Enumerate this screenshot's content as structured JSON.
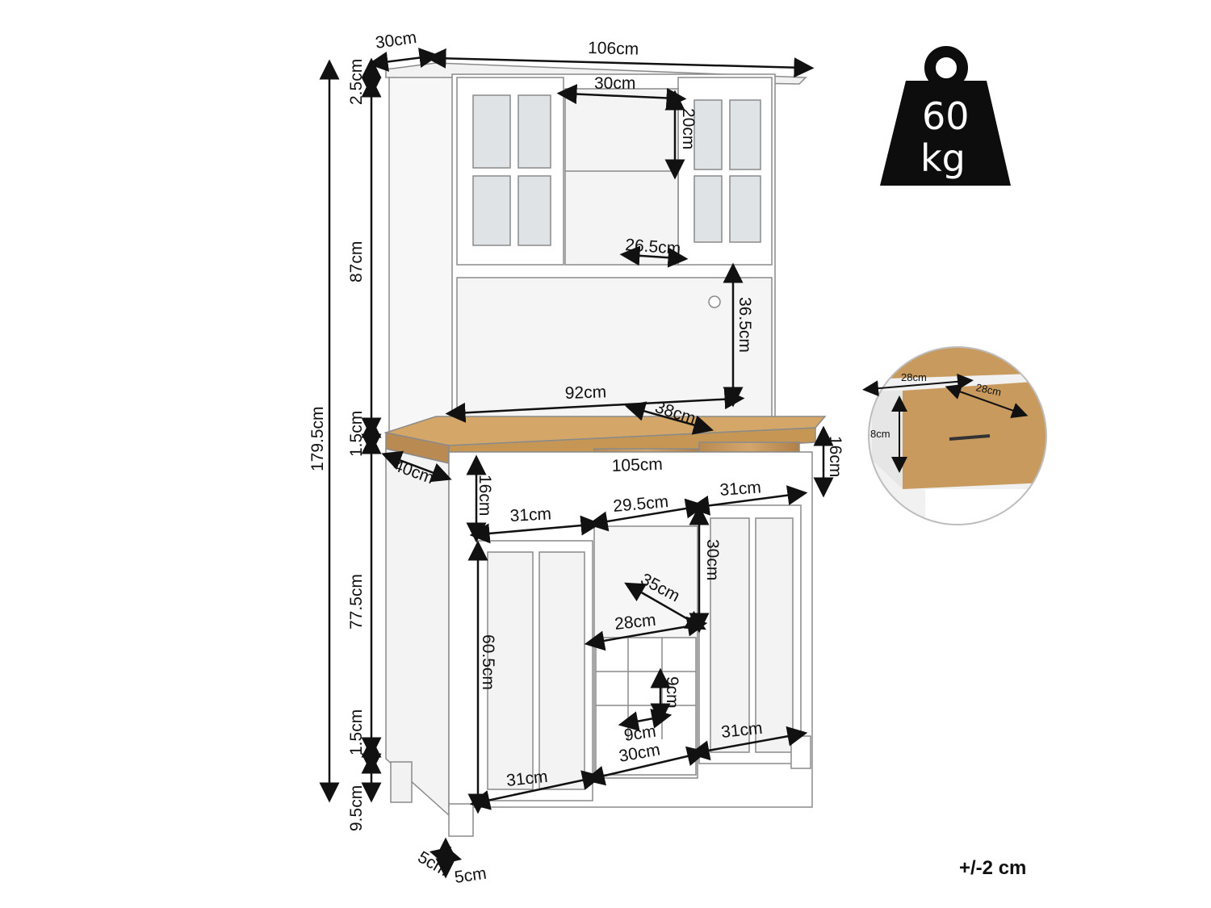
{
  "weight": {
    "value": "60",
    "unit": "kg"
  },
  "tolerance": "+/-2 cm",
  "dimensions": {
    "top_depth": "30cm",
    "overall_width": "106cm",
    "inner_shelf_width": "30cm",
    "inner_shelf_height": "20cm",
    "shelf_depth": "26.5cm",
    "hutch_open_height": "36.5cm",
    "hutch_open_width": "92cm",
    "countertop_depth_inner": "38cm",
    "top_trim": "2.5cm",
    "hutch_height": "87cm",
    "overall_height": "179.5cm",
    "counter_thickness": "1.5cm",
    "base_height": "77.5cm",
    "bottom_thickness": "1.5cm",
    "leg_height": "9.5cm",
    "counter_width": "105cm",
    "counter_depth": "40cm",
    "drawer_height_right": "16cm",
    "drawer_height_left": "16cm",
    "drawer_left_width": "31cm",
    "drawer_mid_width": "29.5cm",
    "drawer_right_width": "31cm",
    "wine_height": "30cm",
    "wine_depth": "35cm",
    "wine_width": "28cm",
    "door_height": "60.5cm",
    "cell_height": "9cm",
    "cell_width": "9cm",
    "base_mid_width": "30cm",
    "door_left_width": "31cm",
    "door_right_width": "31cm",
    "leg_depth": "5cm",
    "leg_width": "5cm"
  },
  "drawer_detail": {
    "width": "28cm",
    "depth": "28cm",
    "height": "8cm"
  },
  "colors": {
    "wood": "#c89a5e",
    "wood_dark": "#9c7440",
    "cabinet": "#ffffff",
    "line": "#1a1a1a",
    "badge": "#0d0d0d"
  }
}
